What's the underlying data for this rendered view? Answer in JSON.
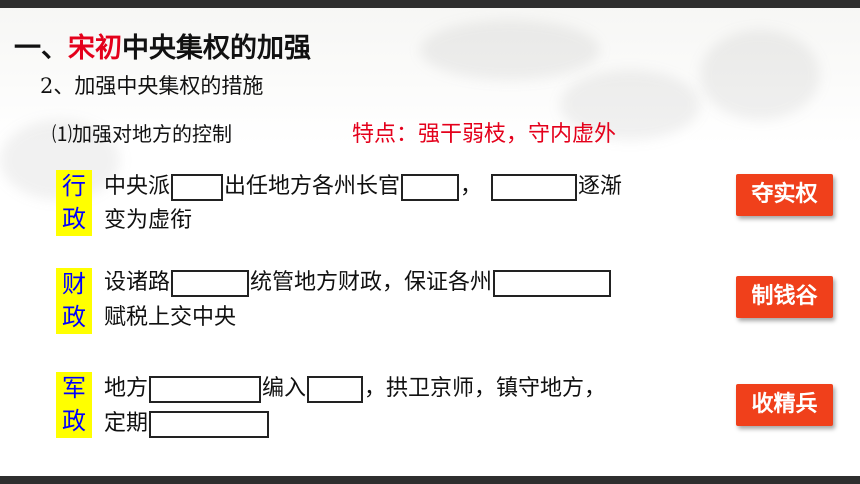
{
  "title": {
    "prefix": "一、",
    "highlight": "宋初",
    "rest": "中央集权的加强"
  },
  "subtitle": "2、加强中央集权的措施",
  "section": {
    "label": "⑴加强对地方的控制",
    "feature": "特点：强干弱枝，守内虚外"
  },
  "rows": [
    {
      "category": [
        "行",
        "政"
      ],
      "line1": {
        "t1": "中央派",
        "t2": "出任地方各州长官",
        "t3": "，",
        "t4": "逐渐"
      },
      "line2": {
        "t1": "变为虚衔"
      },
      "badge": "夺实权"
    },
    {
      "category": [
        "财",
        "政"
      ],
      "line1": {
        "t1": "设诸路",
        "t2": "统管地方财政，保证各州"
      },
      "line2": {
        "t1": "赋税上交中央"
      },
      "badge": "制钱谷"
    },
    {
      "category": [
        "军",
        "政"
      ],
      "line1": {
        "t1": "地方",
        "t2": "编入",
        "t3": "，拱卫京师，镇守地方，"
      },
      "line2": {
        "t1": "定期"
      },
      "badge": "收精兵"
    }
  ],
  "colors": {
    "red": "#e4001b",
    "category_bg": "#ffff00",
    "category_text": "#0000ff",
    "badge_bg": "#f0401b"
  }
}
